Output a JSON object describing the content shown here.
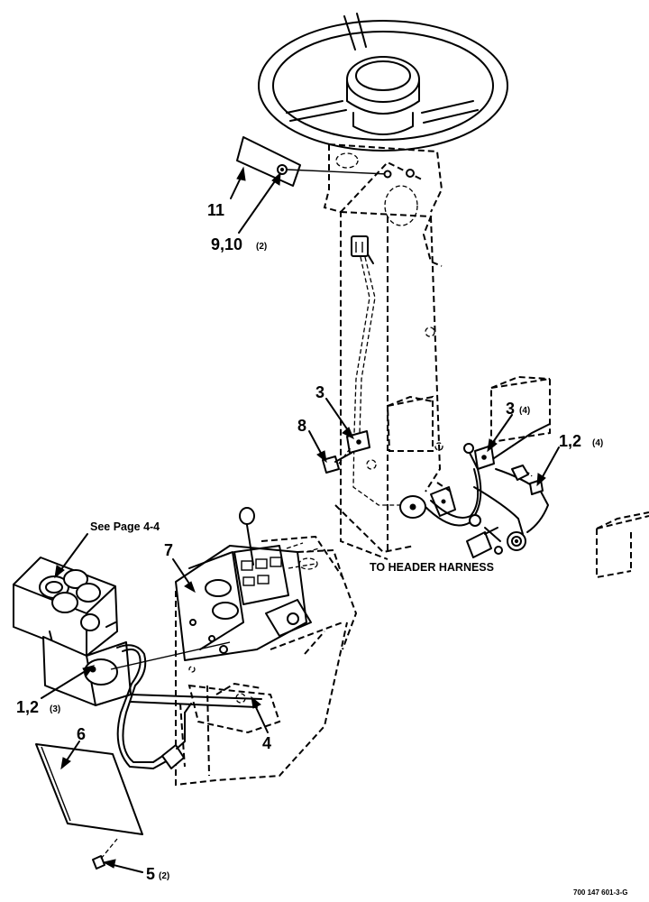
{
  "callouts": {
    "c11": {
      "num": "11",
      "qty": ""
    },
    "c910": {
      "num": "9,10",
      "qty": "(2)"
    },
    "c3a": {
      "num": "3",
      "qty": ""
    },
    "c8": {
      "num": "8",
      "qty": ""
    },
    "c3b": {
      "num": "3",
      "qty": "(4)"
    },
    "c12a": {
      "num": "1,2",
      "qty": "(4)"
    },
    "c7": {
      "num": "7",
      "qty": ""
    },
    "c12b": {
      "num": "1,2",
      "qty": "(3)"
    },
    "c6": {
      "num": "6",
      "qty": ""
    },
    "c4": {
      "num": "4",
      "qty": ""
    },
    "c5": {
      "num": "5",
      "qty": "(2)"
    }
  },
  "notes": {
    "see_page": "See Page 4-4",
    "to_header": "TO HEADER HARNESS"
  },
  "figure_ref": "700 147 601-3-G"
}
